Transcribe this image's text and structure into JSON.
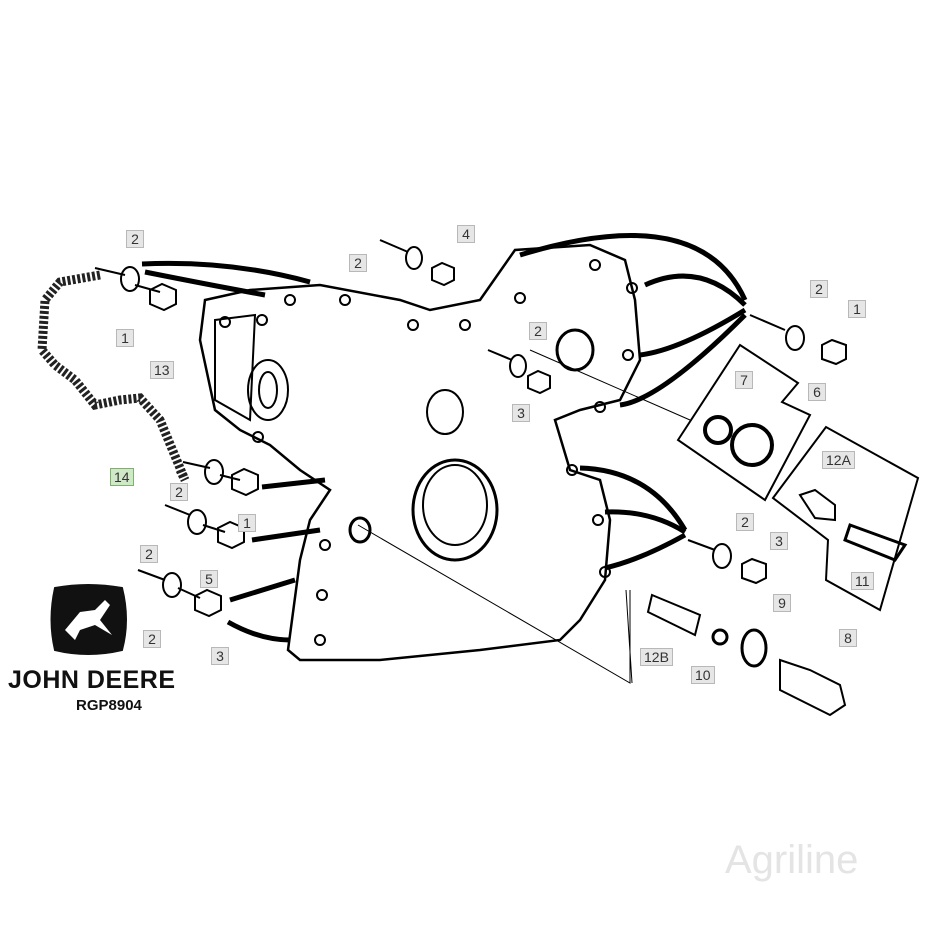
{
  "diagram": {
    "callouts": [
      {
        "id": "c-2a",
        "label": "2"
      },
      {
        "id": "c-1a",
        "label": "1"
      },
      {
        "id": "c-13",
        "label": "13"
      },
      {
        "id": "c-14",
        "label": "14"
      },
      {
        "id": "c-2b",
        "label": "2"
      },
      {
        "id": "c-1b",
        "label": "1"
      },
      {
        "id": "c-2c",
        "label": "2"
      },
      {
        "id": "c-5",
        "label": "5"
      },
      {
        "id": "c-2d",
        "label": "2"
      },
      {
        "id": "c-3a",
        "label": "3"
      },
      {
        "id": "c-2e",
        "label": "2"
      },
      {
        "id": "c-4",
        "label": "4"
      },
      {
        "id": "c-2f",
        "label": "2"
      },
      {
        "id": "c-3b",
        "label": "3"
      },
      {
        "id": "c-2g",
        "label": "2"
      },
      {
        "id": "c-1c",
        "label": "1"
      },
      {
        "id": "c-7",
        "label": "7"
      },
      {
        "id": "c-6",
        "label": "6"
      },
      {
        "id": "c-12a",
        "label": "12A"
      },
      {
        "id": "c-11",
        "label": "11"
      },
      {
        "id": "c-2h",
        "label": "2"
      },
      {
        "id": "c-3c",
        "label": "3"
      },
      {
        "id": "c-9",
        "label": "9"
      },
      {
        "id": "c-12b",
        "label": "12B"
      },
      {
        "id": "c-10",
        "label": "10"
      },
      {
        "id": "c-8",
        "label": "8"
      }
    ],
    "highlight_color": "#cfe8c8"
  },
  "branding": {
    "name": "John Deere",
    "display": "JOHN DEERE",
    "code": "RGP8904"
  },
  "watermark": "Agriline"
}
